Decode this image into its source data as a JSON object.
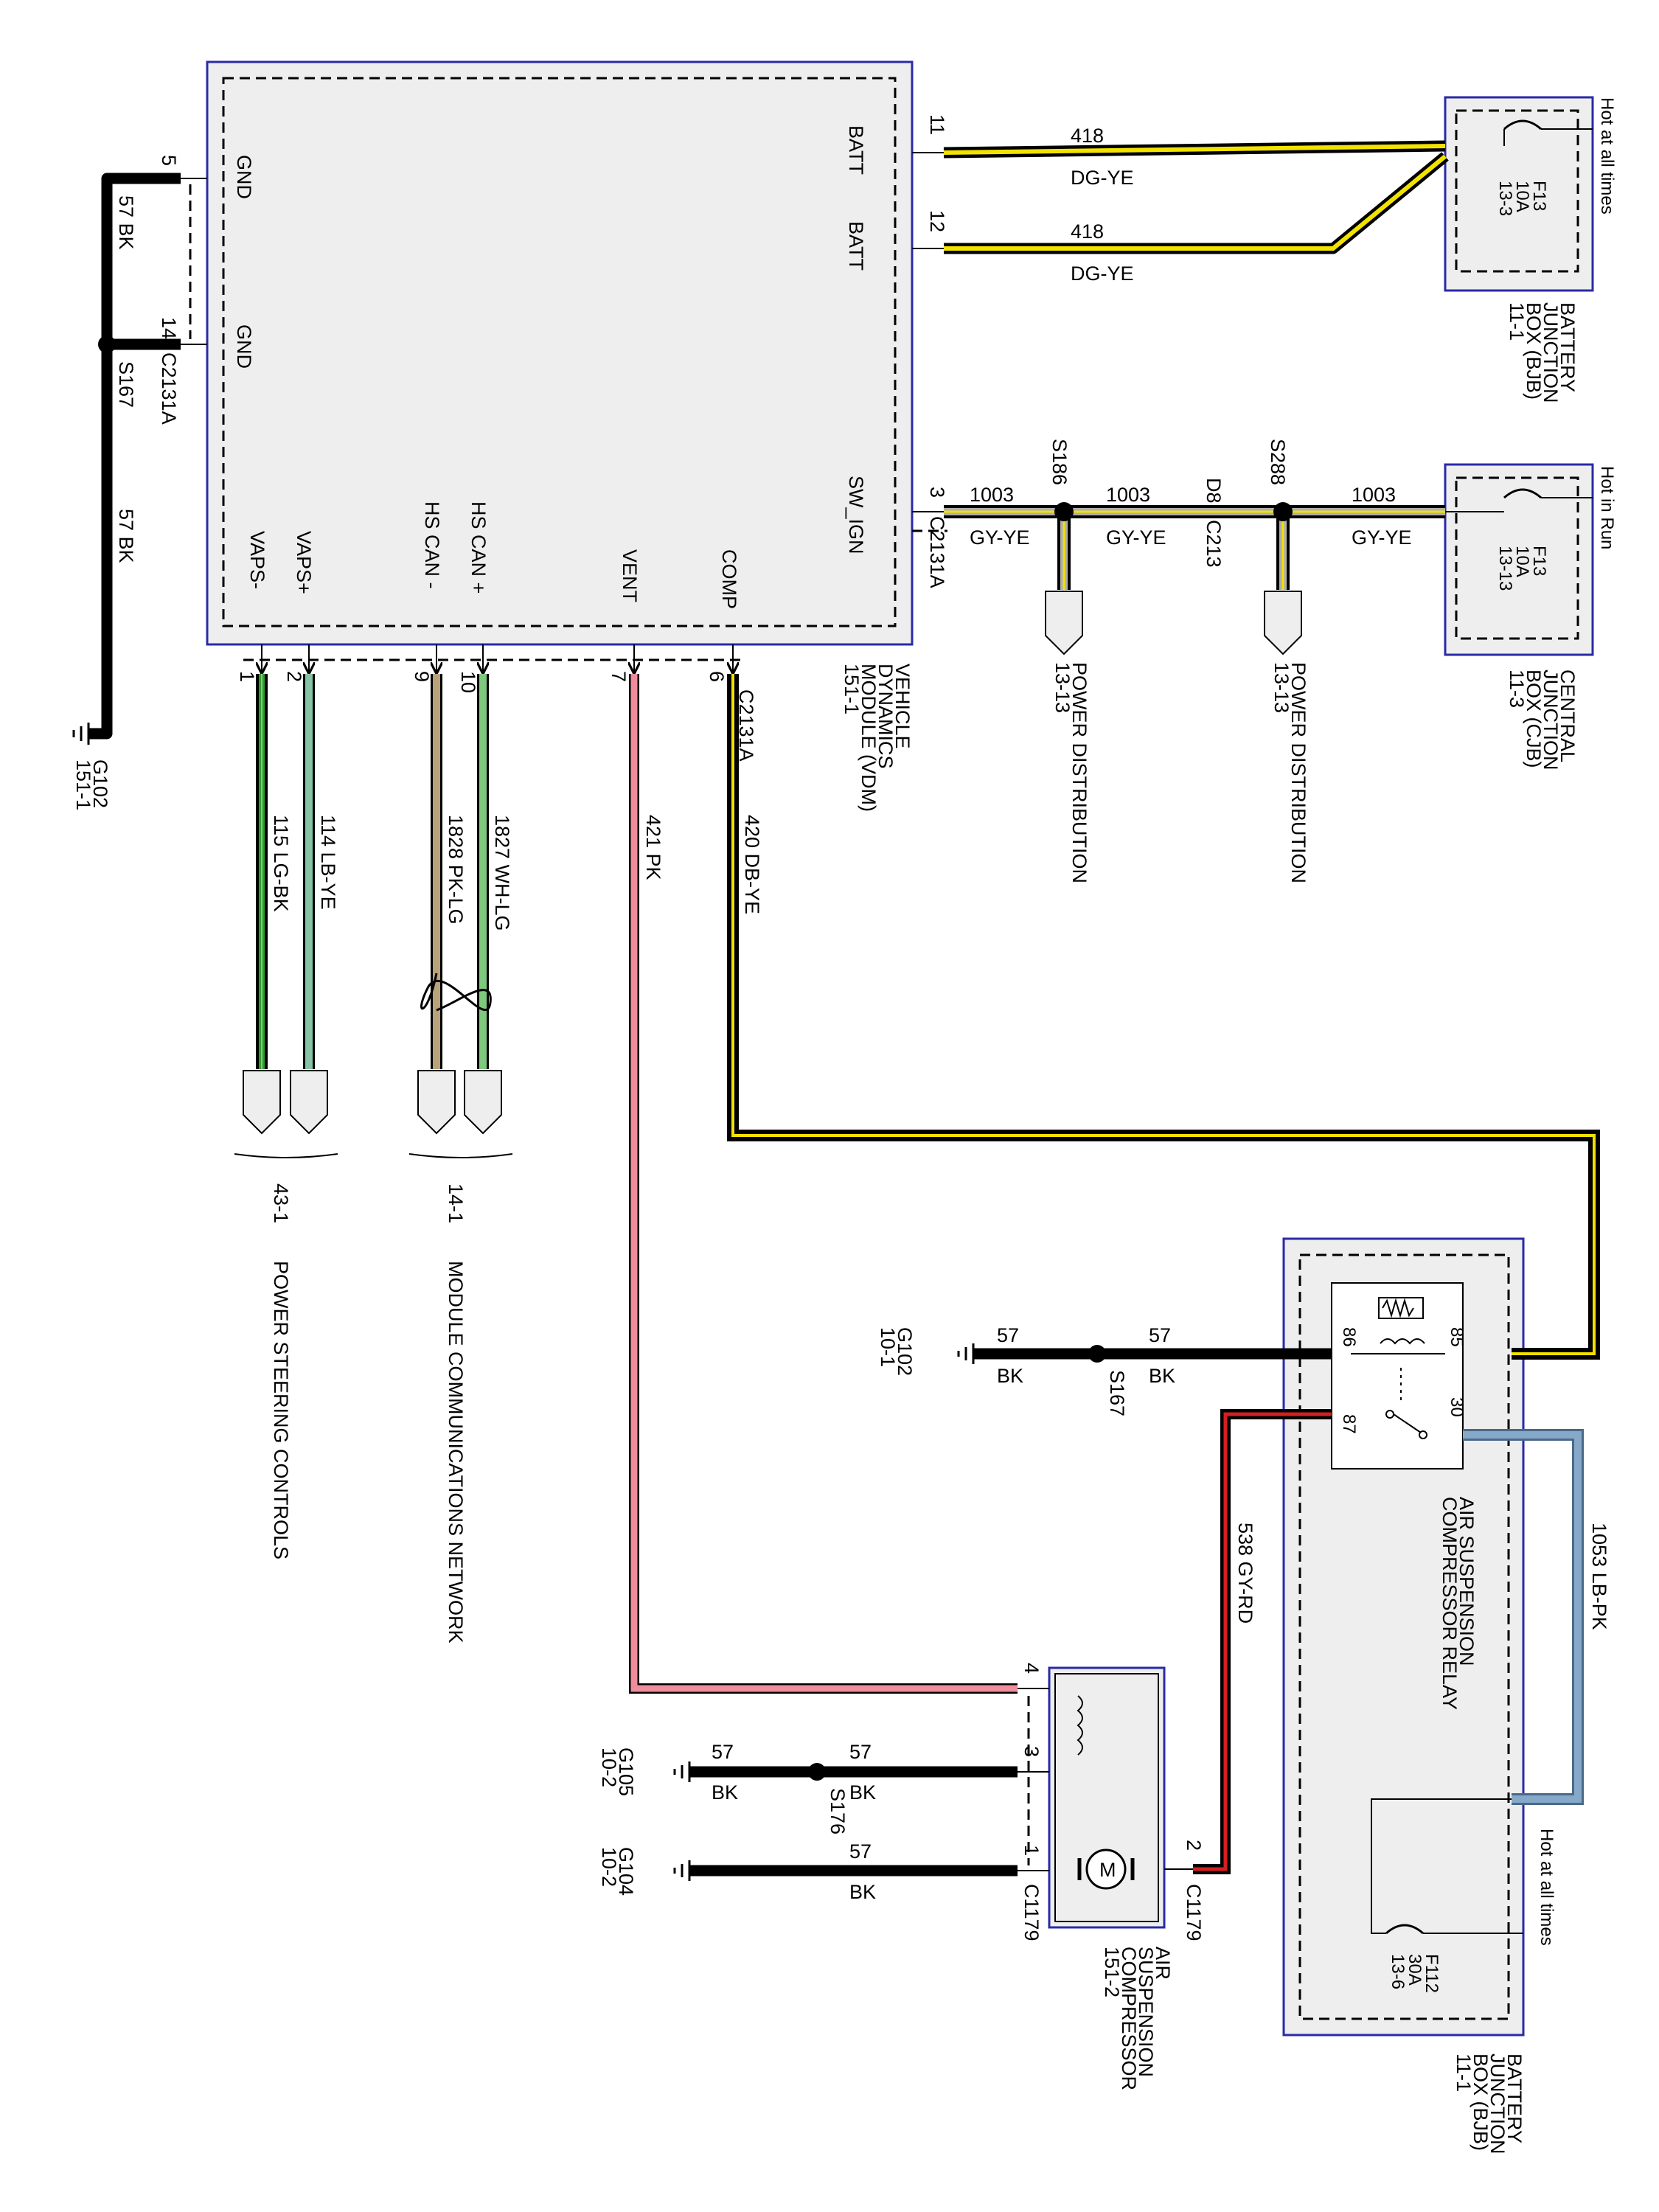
{
  "power_sources": {
    "hot_at_all_times": "Hot at all times",
    "hot_in_run": "Hot in Run",
    "bjb_top": {
      "fuse": "F13",
      "amps": "10A",
      "ref": "13-3",
      "name_l1": "BATTERY",
      "name_l2": "JUNCTION",
      "name_l3": "BOX (BJB)",
      "name_ref": "11-1"
    },
    "cjb": {
      "fuse": "F13",
      "amps": "10A",
      "ref": "13-13",
      "name_l1": "CENTRAL",
      "name_l2": "JUNCTION",
      "name_l3": "BOX (CJB)",
      "name_ref": "11-3"
    },
    "bjb_bottom": {
      "fuse": "F112",
      "amps": "30A",
      "ref": "13-6",
      "name_l1": "BATTERY",
      "name_l2": "JUNCTION",
      "name_l3": "BOX (BJB)",
      "name_ref": "11-1"
    }
  },
  "vdm": {
    "name_l1": "VEHICLE",
    "name_l2": "DYNAMICS",
    "name_l3": "MODULE (VDM)",
    "name_ref": "151-1",
    "connector": "C2131A",
    "pins": {
      "gnd1": "GND",
      "gnd2": "GND",
      "batt1": "BATT",
      "batt2": "BATT",
      "sw_ign": "SW_IGN",
      "vaps_minus": "VAPS-",
      "vaps_plus": "VAPS+",
      "hs_can_minus": "HS CAN -",
      "hs_can_plus": "HS CAN +",
      "vent": "VENT",
      "comp": "COMP"
    },
    "pin_numbers": {
      "p5": "5",
      "p14": "14",
      "p11": "11",
      "p12": "12",
      "p3": "3",
      "p1": "1",
      "p2": "2",
      "p9": "9",
      "p10": "10",
      "p7": "7",
      "p6": "6"
    }
  },
  "wires": {
    "w418": "418",
    "dg_ye": "DG-YE",
    "w1003": "1003",
    "gy_ye": "GY-YE",
    "w57": "57",
    "bk": "BK",
    "w57_bk": "57  BK",
    "w115": "115  LG-BK",
    "w114": "114  LB-YE",
    "w1828": "1828  PK-LG",
    "w1827": "1827  WH-LG",
    "w421": "421  PK",
    "w420": "420  DB-YE",
    "w538": "538  GY-RD",
    "w1053": "1053  LB-PK"
  },
  "splices": {
    "s186": "S186",
    "s288": "S288",
    "s167": "S167",
    "s176": "S176",
    "d8": "D8",
    "c213": "C213"
  },
  "grounds": {
    "g102_top": {
      "id": "G102",
      "ref": "151-1"
    },
    "g102_mid": {
      "id": "G102",
      "ref": "10-1"
    },
    "g105": {
      "id": "G105",
      "ref": "10-2"
    },
    "g104": {
      "id": "G104",
      "ref": "10-2"
    }
  },
  "destinations": {
    "power_distribution": "POWER DISTRIBUTION",
    "pd_ref": "13-13",
    "psc_ref": "43-1",
    "psc_name": "POWER STEERING CONTROLS",
    "mcn_ref": "14-1",
    "mcn_name": "MODULE COMMUNICATIONS NETWORK"
  },
  "relay": {
    "name_l1": "AIR SUSPENSION",
    "name_l2": "COMPRESSOR RELAY",
    "p85": "85",
    "p86": "86",
    "p30": "30",
    "p87": "87"
  },
  "compressor": {
    "name_l1": "AIR",
    "name_l2": "SUSPENSION",
    "name_l3": "COMPRESSOR",
    "name_ref": "151-2",
    "connector": "C1179",
    "motor": "M",
    "p1": "1",
    "p2": "2",
    "p3": "3",
    "p4": "4"
  },
  "colors": {
    "frame_blue": "#2a2aa8",
    "module_fill": "#eeeeee",
    "yellow": "#f2e200",
    "gray": "#aeaeae",
    "green_light": "#7ec97e",
    "green_dark": "#2e9e2e",
    "pink": "#f08c9c",
    "tan": "#b8a27a",
    "red": "#d42020",
    "light_blue": "#86a9c9"
  }
}
